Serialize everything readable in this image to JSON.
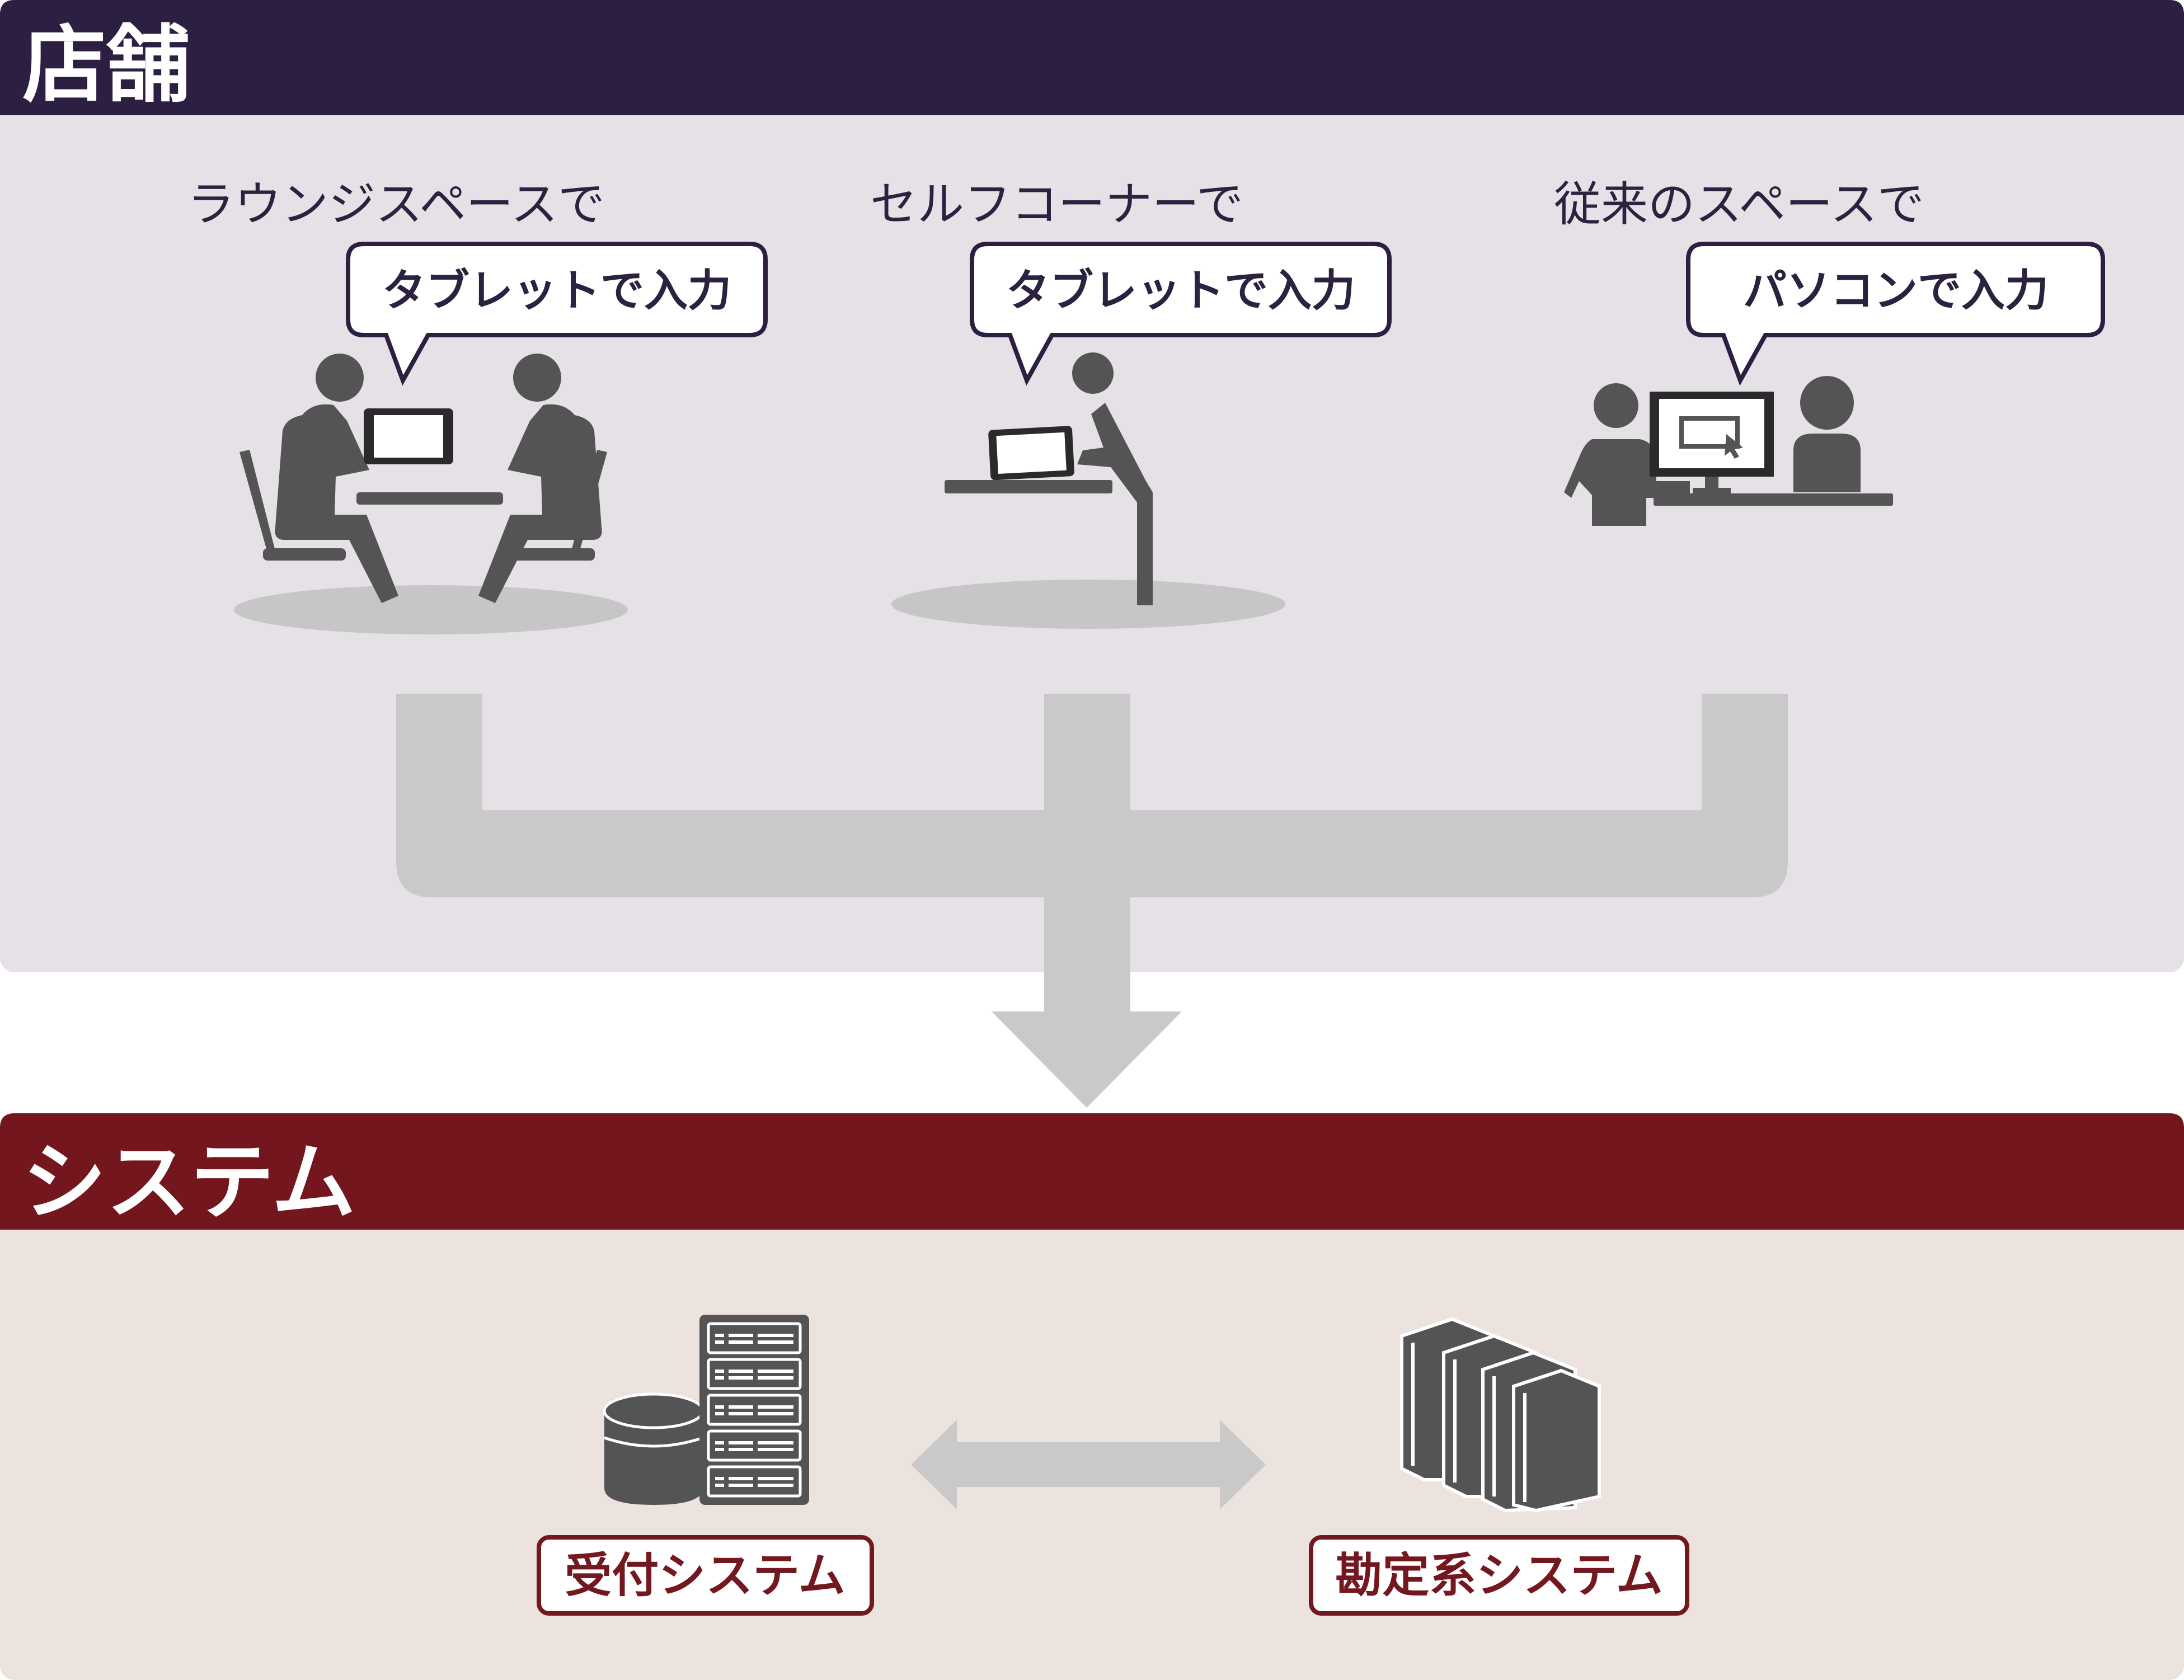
{
  "colors": {
    "store_header": "#2c1f42",
    "store_bg": "#e6e1e6",
    "system_header": "#74161d",
    "system_bg": "#ede3de",
    "flow": "#c9c9c9",
    "icon": "#545454",
    "ground": "#c6c6c6",
    "label_border": "#741820"
  },
  "store": {
    "title": "店舗",
    "scenes": [
      {
        "label": "ラウンジスペースで",
        "bubble": "タブレットで入力",
        "icon": "meeting-two-people-tablet-icon"
      },
      {
        "label": "セルフコーナーで",
        "bubble": "タブレットで入力",
        "icon": "person-standing-tablet-icon"
      },
      {
        "label": "従来のスペースで",
        "bubble": "パソコンで入力",
        "icon": "desk-pc-two-people-icon"
      }
    ]
  },
  "system": {
    "title": "システム",
    "items": [
      {
        "label": "受付システム",
        "icon": "database-server-rack-icon"
      },
      {
        "label": "勘定系システム",
        "icon": "mainframe-icon"
      }
    ]
  }
}
